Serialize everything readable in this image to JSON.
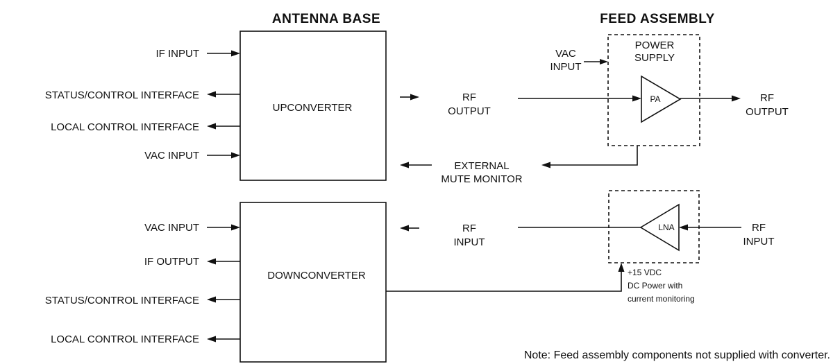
{
  "headings": {
    "antenna_base": "ANTENNA BASE",
    "feed_assembly": "FEED ASSEMBLY"
  },
  "upconverter": {
    "label": "UPCONVERTER",
    "if_input": "IF INPUT",
    "status_control": "STATUS/CONTROL INTERFACE",
    "local_control": "LOCAL CONTROL INTERFACE",
    "vac_input": "VAC INPUT",
    "rf_output": [
      "RF",
      "OUTPUT"
    ],
    "external_mute_monitor": [
      "EXTERNAL",
      "MUTE MONITOR"
    ]
  },
  "power_supply": {
    "label": [
      "POWER",
      "SUPPLY"
    ],
    "vac_input": [
      "VAC",
      "INPUT"
    ],
    "pa_label": "PA",
    "rf_output": [
      "RF",
      "OUTPUT"
    ]
  },
  "downconverter": {
    "label": "DOWNCONVERTER",
    "vac_input": "VAC INPUT",
    "if_output": "IF OUTPUT",
    "status_control": "STATUS/CONTROL INTERFACE",
    "local_control": "LOCAL CONTROL INTERFACE",
    "rf_input": [
      "RF",
      "INPUT"
    ]
  },
  "lna_block": {
    "lna_label": "LNA",
    "rf_input": [
      "RF",
      "INPUT"
    ],
    "dc_power": [
      "+15 VDC",
      "DC Power with",
      "current monitoring"
    ]
  },
  "note": "Note: Feed assembly components not supplied with converter."
}
